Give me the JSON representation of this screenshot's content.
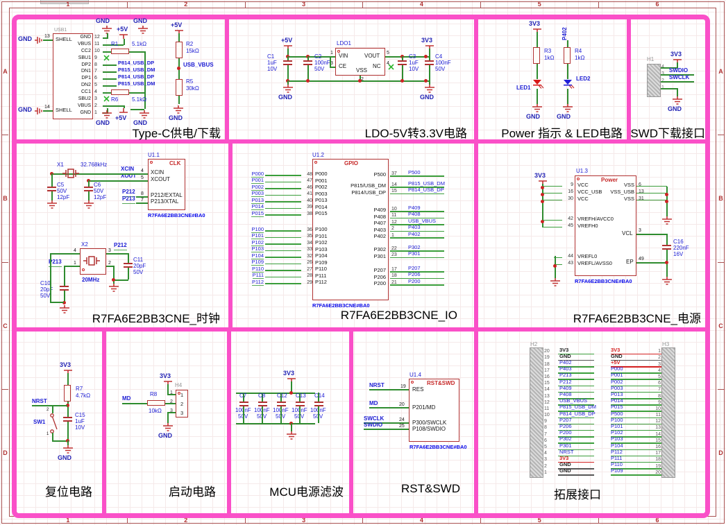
{
  "frame": {
    "cols": [
      "1",
      "2",
      "3",
      "4",
      "5",
      "6"
    ],
    "rows": [
      "A",
      "B",
      "C",
      "D"
    ]
  },
  "sections": {
    "typec": {
      "title": "Type-C供电/下载",
      "refdes": "USB1",
      "gnd": "GND",
      "p5v": "+5V",
      "shell_top": "SHELL",
      "shell_top_num": "13",
      "shell_bot": "SHELL",
      "shell_bot_num": "14",
      "right_pins": [
        {
          "num": "12",
          "name": "GND"
        },
        {
          "num": "11",
          "name": "VBUS"
        },
        {
          "num": "10",
          "name": "CC2"
        },
        {
          "num": "9",
          "name": "SBU1"
        },
        {
          "num": "8",
          "name": "DP2"
        },
        {
          "num": "7",
          "name": "DN1"
        },
        {
          "num": "6",
          "name": "DP1"
        },
        {
          "num": "5",
          "name": "DN2"
        },
        {
          "num": "4",
          "name": "CC1"
        },
        {
          "num": "3",
          "name": "SBU2"
        },
        {
          "num": "2",
          "name": "VBUS"
        },
        {
          "num": "1",
          "name": "GND"
        }
      ],
      "usb_nets": [
        "P814_USB_DP",
        "P815_USB_DM",
        "P814_USB_DP",
        "P815_USB_DM"
      ],
      "r1_ref": "R1",
      "r1_val": "5.1kΩ",
      "r6_ref": "R6",
      "r6_val": "5.1kΩ",
      "r2_ref": "R2",
      "r2_val": "15kΩ",
      "r5_ref": "R5",
      "r5_val": "30kΩ",
      "vbus_net": "USB_VBUS"
    },
    "ldo": {
      "title": "LDO-5V转3.3V电路",
      "refdes": "LDO1",
      "p5v": "+5V",
      "v33": "3V3",
      "gnd": "GND",
      "pins": {
        "vin": "VIN",
        "vin_n": "1",
        "ce": "CE",
        "ce_n": "3",
        "vss": "VSS",
        "vss_n": "2",
        "nc": "NC",
        "nc_n": "4",
        "vout": "VOUT",
        "vout_n": "5"
      },
      "c1": [
        "C1",
        "1uF",
        "10V"
      ],
      "c2": [
        "C2",
        "100nF",
        "50V"
      ],
      "c3": [
        "C3",
        "1uF",
        "10V"
      ],
      "c4": [
        "C4",
        "100nF",
        "50V"
      ]
    },
    "led": {
      "title": "Power 指示 & LED电路",
      "v33": "3V3",
      "gnd": "GND",
      "p402": "P402",
      "r3": [
        "R3",
        "1kΩ"
      ],
      "r4": [
        "R4",
        "1kΩ"
      ],
      "led1": "LED1",
      "led2": "LED2"
    },
    "swd": {
      "title": "SWD下载接口",
      "refdes": "H1",
      "v33": "3V3",
      "gnd": "GND",
      "pins": [
        "4",
        "3",
        "2",
        "1"
      ],
      "net_swdio": "SWDIO",
      "net_swclk": "SWCLK"
    },
    "clk": {
      "title": "R7FA6E2BB3CNE_时钟",
      "refdes": "U1.1",
      "block": "CLK",
      "part": "R7FA6E2BB3CNE#BA0",
      "x1_ref": "X1",
      "x1_val": "32.768kHz",
      "c5": [
        "C5",
        "50V",
        "12pF"
      ],
      "c6": [
        "C6",
        "50V",
        "12pF"
      ],
      "n_xcin": "XCIN",
      "n_xout": "XOUT",
      "n4": "4",
      "n5": "5",
      "p_xcin": "XCIN",
      "p_xcout": "XCOUT",
      "n_p212": "P212",
      "n_p213": "P213",
      "n8": "8",
      "n7": "7",
      "p_extal": "P212/EXTAL",
      "p_xtal": "P213/XTAL",
      "x2_ref": "X2",
      "x2_val": "20MHz",
      "x2p": [
        "1",
        "2",
        "3",
        "4"
      ],
      "c10": [
        "C10",
        "20pF",
        "50V"
      ],
      "c11": [
        "C11",
        "20pF",
        "50V"
      ]
    },
    "io": {
      "title": "R7FA6E2BB3CNE_IO",
      "refdes": "U1.2",
      "block": "GPIO",
      "part": "R7FA6E2BB3CNE#BA0",
      "left_a": [
        {
          "net": "P000",
          "num": "48",
          "name": "P000"
        },
        {
          "net": "P001",
          "num": "47",
          "name": "P001"
        },
        {
          "net": "P002",
          "num": "46",
          "name": "P002"
        },
        {
          "net": "P003",
          "num": "41",
          "name": "P003"
        },
        {
          "net": "P013",
          "num": "40",
          "name": "P013"
        },
        {
          "net": "P014",
          "num": "39",
          "name": "P014"
        },
        {
          "net": "P015",
          "num": "38",
          "name": "P015"
        }
      ],
      "left_b": [
        {
          "net": "P100",
          "num": "36",
          "name": "P100"
        },
        {
          "net": "P101",
          "num": "35",
          "name": "P101"
        },
        {
          "net": "P102",
          "num": "34",
          "name": "P102"
        },
        {
          "net": "P103",
          "num": "33",
          "name": "P103"
        },
        {
          "net": "P104",
          "num": "32",
          "name": "P104"
        },
        {
          "net": "P109",
          "num": "26",
          "name": "P109"
        },
        {
          "net": "P110",
          "num": "27",
          "name": "P110"
        },
        {
          "net": "P111",
          "num": "28",
          "name": "P111"
        },
        {
          "net": "P112",
          "num": "29",
          "name": "P112"
        }
      ],
      "right_a": [
        {
          "name": "P500",
          "num": "37",
          "net": "P500"
        }
      ],
      "right_b": [
        {
          "name": "P815/USB_DM",
          "num": "14",
          "net": "P815_USB_DM"
        },
        {
          "name": "P814/USB_DP",
          "num": "15",
          "net": "P814_USB_DP"
        }
      ],
      "right_c": [
        {
          "name": "P409",
          "num": "10",
          "net": "P409"
        },
        {
          "name": "P408",
          "num": "11",
          "net": "P408"
        },
        {
          "name": "P407",
          "num": "12",
          "net": "USB_VBUS"
        },
        {
          "name": "P403",
          "num": "2",
          "net": "P403"
        },
        {
          "name": "P402",
          "num": "1",
          "net": "P402"
        }
      ],
      "right_d": [
        {
          "name": "P302",
          "num": "22",
          "net": "P302"
        },
        {
          "name": "P301",
          "num": "23",
          "net": "P301"
        }
      ],
      "right_e": [
        {
          "name": "P207",
          "num": "17",
          "net": "P207"
        },
        {
          "name": "P206",
          "num": "18",
          "net": "P206"
        },
        {
          "name": "P200",
          "num": "21",
          "net": "P200"
        }
      ]
    },
    "pwr": {
      "title": "R7FA6E2BB3CNE_电源",
      "refdes": "U1.3",
      "block": "Power",
      "part": "R7FA6E2BB3CNE#BA0",
      "v33": "3V3",
      "left_a": [
        {
          "num": "9",
          "name": "VCC"
        },
        {
          "num": "16",
          "name": "VCC_USB"
        },
        {
          "num": "30",
          "name": "VCC"
        }
      ],
      "left_b": [
        {
          "num": "42",
          "name": "VREFH/AVCC0"
        },
        {
          "num": "45",
          "name": "VREFH0"
        }
      ],
      "left_c": [
        {
          "num": "44",
          "name": "VREFL0"
        },
        {
          "num": "43",
          "name": "VREFL/AVSS0"
        }
      ],
      "right_a": [
        {
          "num": "6",
          "name": "VSS"
        },
        {
          "num": "13",
          "name": "VSS_USB"
        },
        {
          "num": "31",
          "name": "VSS"
        }
      ],
      "vcl": "VCL",
      "vcl_n": "3",
      "ep": "EP",
      "ep_n": "49",
      "c16": [
        "C16",
        "220nF",
        "16V"
      ]
    },
    "rst": {
      "title": "复位电路",
      "v33": "3V3",
      "gnd": "GND",
      "net": "NRST",
      "r7": [
        "R7",
        "4.7kΩ"
      ],
      "c15": [
        "C15",
        "1uF",
        "10V"
      ],
      "sw_ref": "SW1",
      "sw_p2": "2",
      "sw_p1": "1"
    },
    "boot": {
      "title": "启动电路",
      "v33": "3V3",
      "gnd": "GND",
      "net": "MD",
      "refdes": "H4",
      "r8": [
        "R8",
        "10kΩ"
      ],
      "pins": [
        "1",
        "2",
        "3"
      ]
    },
    "filt": {
      "title": "MCU电源滤波",
      "v33": "3V3",
      "caps": [
        [
          "C7",
          "100nF",
          "50V"
        ],
        [
          "C8",
          "100nF",
          "50V"
        ],
        [
          "C12",
          "100nF",
          "50V"
        ],
        [
          "C13",
          "100nF",
          "50V"
        ],
        [
          "C14",
          "100nF",
          "50V"
        ]
      ]
    },
    "rstswd": {
      "title": "RST&SWD",
      "refdes": "U1.4",
      "block": "RST&SWD",
      "part": "R7FA6E2BB3CNE#BA0",
      "rows": [
        {
          "net": "NRST",
          "num": "19",
          "name": "RES"
        },
        {
          "net": "MD",
          "num": "20",
          "name": "P201/MD"
        },
        {
          "net": "SWCLK",
          "num": "24",
          "name": "P300/SWCLK"
        },
        {
          "net": "SWDIO",
          "num": "25",
          "name": "P108/SWDIO"
        }
      ]
    },
    "exp": {
      "title": "拓展接口",
      "h2_ref": "H2",
      "h3_ref": "H3",
      "h2_rows": [
        {
          "num": "20",
          "net": "3V3",
          "cls": "k"
        },
        {
          "num": "19",
          "net": "GND",
          "cls": "g"
        },
        {
          "num": "18",
          "net": "P402",
          "cls": "s"
        },
        {
          "num": "17",
          "net": "P403",
          "cls": "s"
        },
        {
          "num": "16",
          "net": "P213",
          "cls": "s"
        },
        {
          "num": "15",
          "net": "P212",
          "cls": "s"
        },
        {
          "num": "14",
          "net": "P409",
          "cls": "s"
        },
        {
          "num": "13",
          "net": "P408",
          "cls": "s"
        },
        {
          "num": "12",
          "net": "USB_VBUS",
          "cls": "s"
        },
        {
          "num": "11",
          "net": "P815_USB_DM",
          "cls": "s"
        },
        {
          "num": "10",
          "net": "P814_USB_DP",
          "cls": "s"
        },
        {
          "num": "9",
          "net": "P207",
          "cls": "s"
        },
        {
          "num": "8",
          "net": "P206",
          "cls": "s"
        },
        {
          "num": "7",
          "net": "P200",
          "cls": "s"
        },
        {
          "num": "6",
          "net": "P302",
          "cls": "s"
        },
        {
          "num": "5",
          "net": "P301",
          "cls": "s"
        },
        {
          "num": "4",
          "net": "NRST",
          "cls": "s"
        },
        {
          "num": "3",
          "net": "3V3",
          "cls": "p"
        },
        {
          "num": "2",
          "net": "GND",
          "cls": "g"
        },
        {
          "num": "1",
          "net": "GND",
          "cls": "g"
        }
      ],
      "h3_rows": [
        {
          "num": "1",
          "net": "3V3",
          "cls": "p"
        },
        {
          "num": "2",
          "net": "GND",
          "cls": "g"
        },
        {
          "num": "3",
          "net": "+5V",
          "cls": "p"
        },
        {
          "num": "4",
          "net": "P000",
          "cls": "s"
        },
        {
          "num": "5",
          "net": "P001",
          "cls": "s"
        },
        {
          "num": "6",
          "net": "P002",
          "cls": "s"
        },
        {
          "num": "7",
          "net": "P003",
          "cls": "s"
        },
        {
          "num": "8",
          "net": "P013",
          "cls": "s"
        },
        {
          "num": "9",
          "net": "P014",
          "cls": "s"
        },
        {
          "num": "10",
          "net": "P015",
          "cls": "s"
        },
        {
          "num": "11",
          "net": "P500",
          "cls": "s"
        },
        {
          "num": "12",
          "net": "P100",
          "cls": "s"
        },
        {
          "num": "13",
          "net": "P101",
          "cls": "s"
        },
        {
          "num": "14",
          "net": "P102",
          "cls": "s"
        },
        {
          "num": "15",
          "net": "P103",
          "cls": "s"
        },
        {
          "num": "16",
          "net": "P104",
          "cls": "s"
        },
        {
          "num": "17",
          "net": "P112",
          "cls": "s"
        },
        {
          "num": "18",
          "net": "P111",
          "cls": "s"
        },
        {
          "num": "19",
          "net": "P110",
          "cls": "s"
        },
        {
          "num": "20",
          "net": "P109",
          "cls": "s"
        }
      ]
    }
  }
}
